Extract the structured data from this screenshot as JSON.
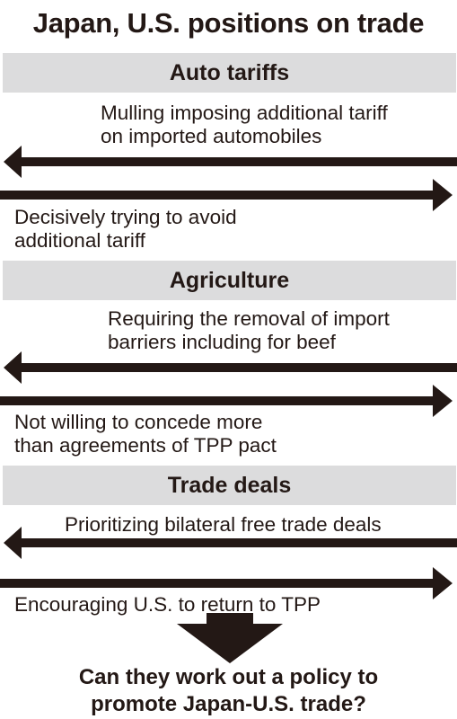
{
  "title": "Japan, U.S. positions on trade",
  "colors": {
    "ink": "#231815",
    "band": "#dcdcdd"
  },
  "sections": [
    {
      "header": "Auto tariffs",
      "us_position": [
        "Mulling imposing additional tariff",
        "on imported automobiles"
      ],
      "japan_position": [
        "Decisively trying to avoid",
        "additional tariff"
      ]
    },
    {
      "header": "Agriculture",
      "us_position": [
        "Requiring the removal of import",
        "barriers including for beef"
      ],
      "japan_position": [
        "Not willing to concede more",
        "than agreements of TPP pact"
      ]
    },
    {
      "header": "Trade deals",
      "us_position": [
        "Prioritizing bilateral free trade deals"
      ],
      "japan_position": [
        "Encouraging U.S. to return to TPP"
      ]
    }
  ],
  "conclusion": [
    "Can they work out a policy to",
    "promote Japan-U.S. trade?"
  ]
}
